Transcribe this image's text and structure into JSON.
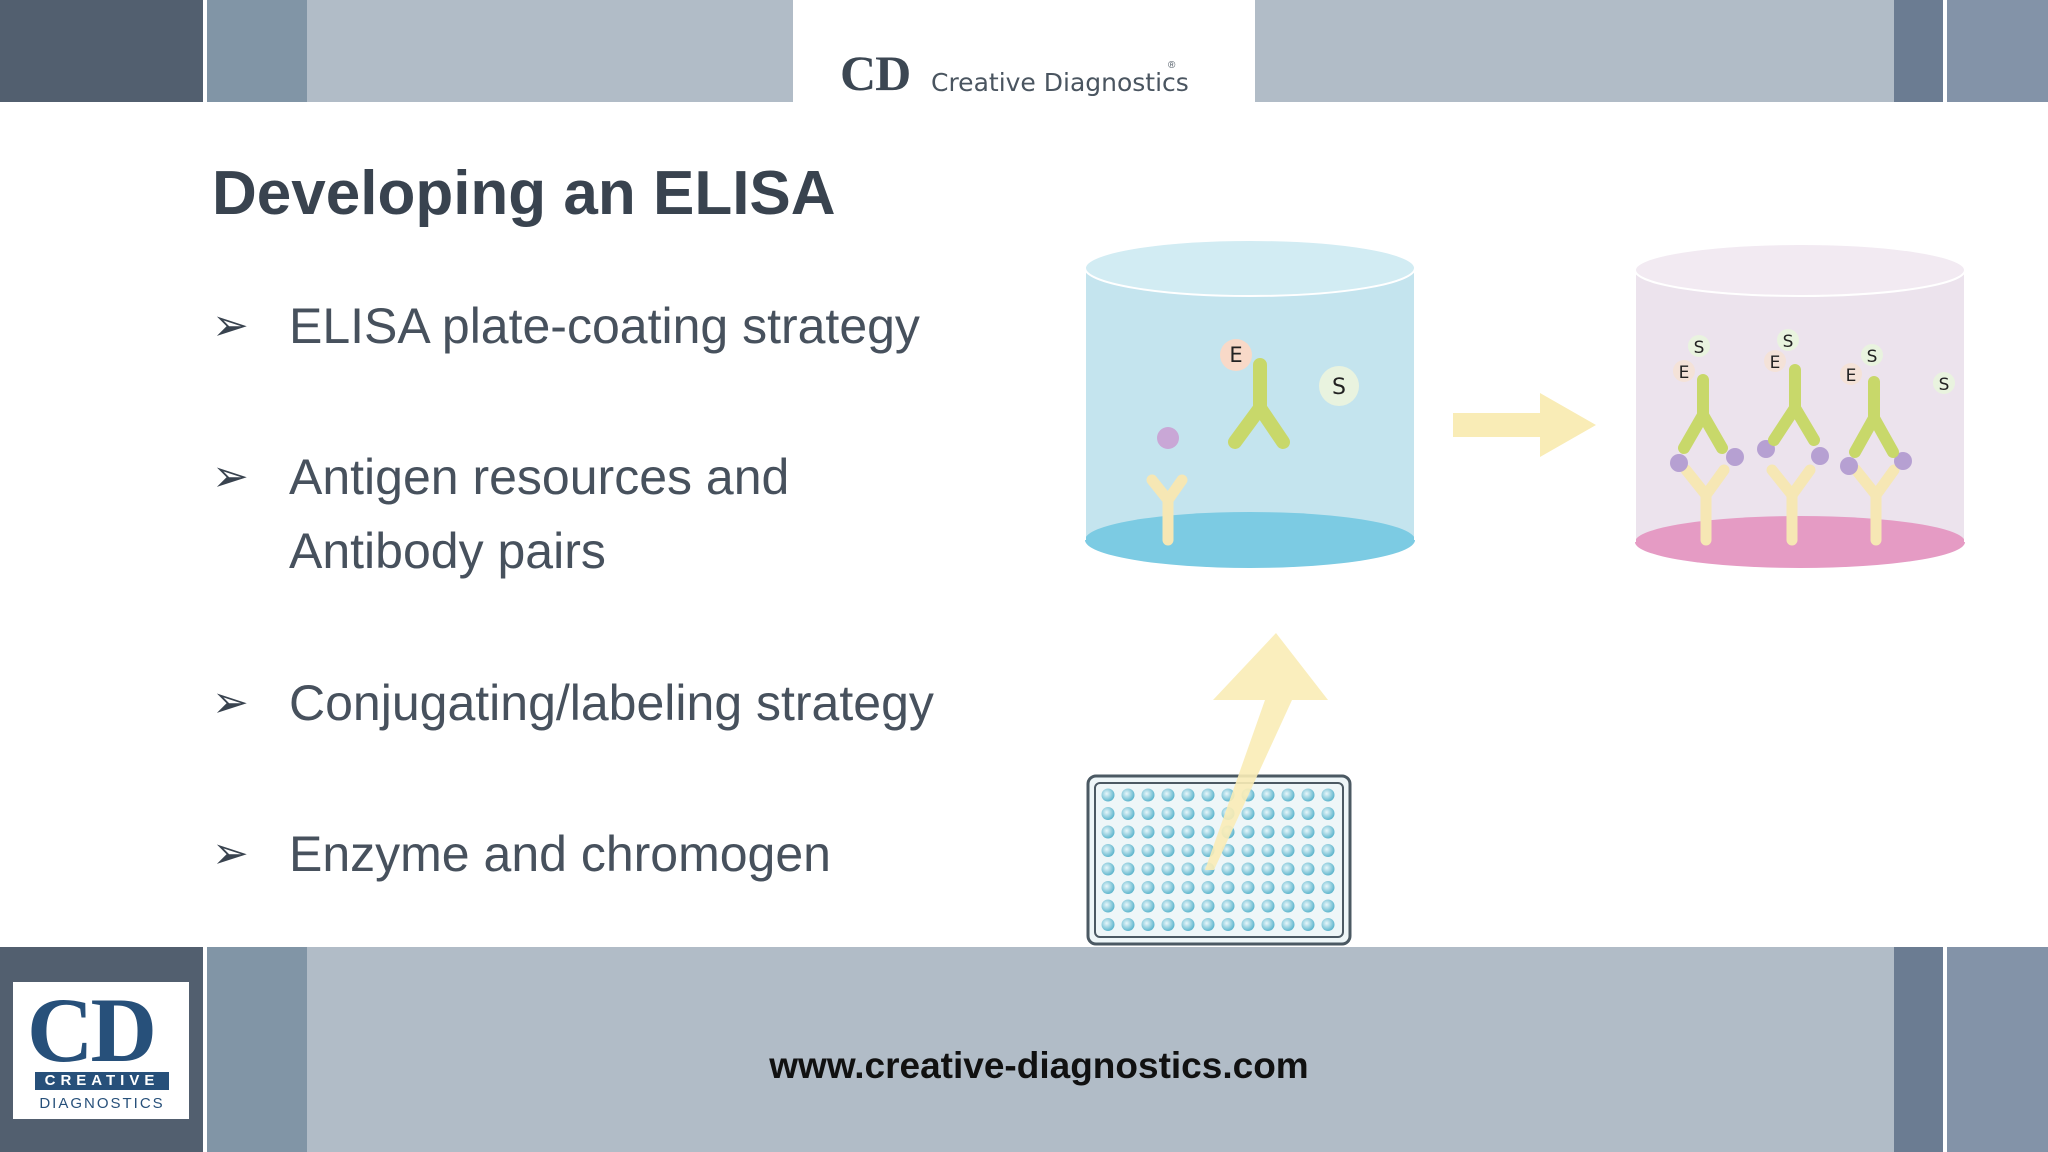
{
  "header": {
    "logo_mark": "CD",
    "logo_name": "Creative Diagnostics",
    "logo_reg": "®"
  },
  "slide": {
    "title": "Developing an ELISA",
    "bullets": [
      {
        "marker": "➢",
        "text": "ELISA plate-coating strategy"
      },
      {
        "marker": "➢",
        "line1": "Antigen resources and",
        "line2": "Antibody pairs"
      },
      {
        "marker": "➢",
        "text": "Conjugating/labeling strategy"
      },
      {
        "marker": "➢",
        "text": "Enzyme and chromogen"
      }
    ]
  },
  "diagram": {
    "left_well_labels": {
      "enzyme": "E",
      "substrate": "S"
    },
    "right_well_labels": {
      "enzyme": "E",
      "substrate": "S"
    }
  },
  "footer": {
    "logo_mark": "CD",
    "logo_line1": "CREATIVE",
    "logo_line2": "DIAGNOSTICS",
    "website": "www.creative-diagnostics.com"
  },
  "colors": {
    "band_dark": "#525f6f",
    "band_light": "#b1bcc7",
    "well_blue": "#c4e4ee",
    "well_pink": "#ece3ed",
    "antibody_green": "#c8d86a",
    "antibody_cream": "#f6e7b4",
    "arrow": "#f9ecb6"
  }
}
